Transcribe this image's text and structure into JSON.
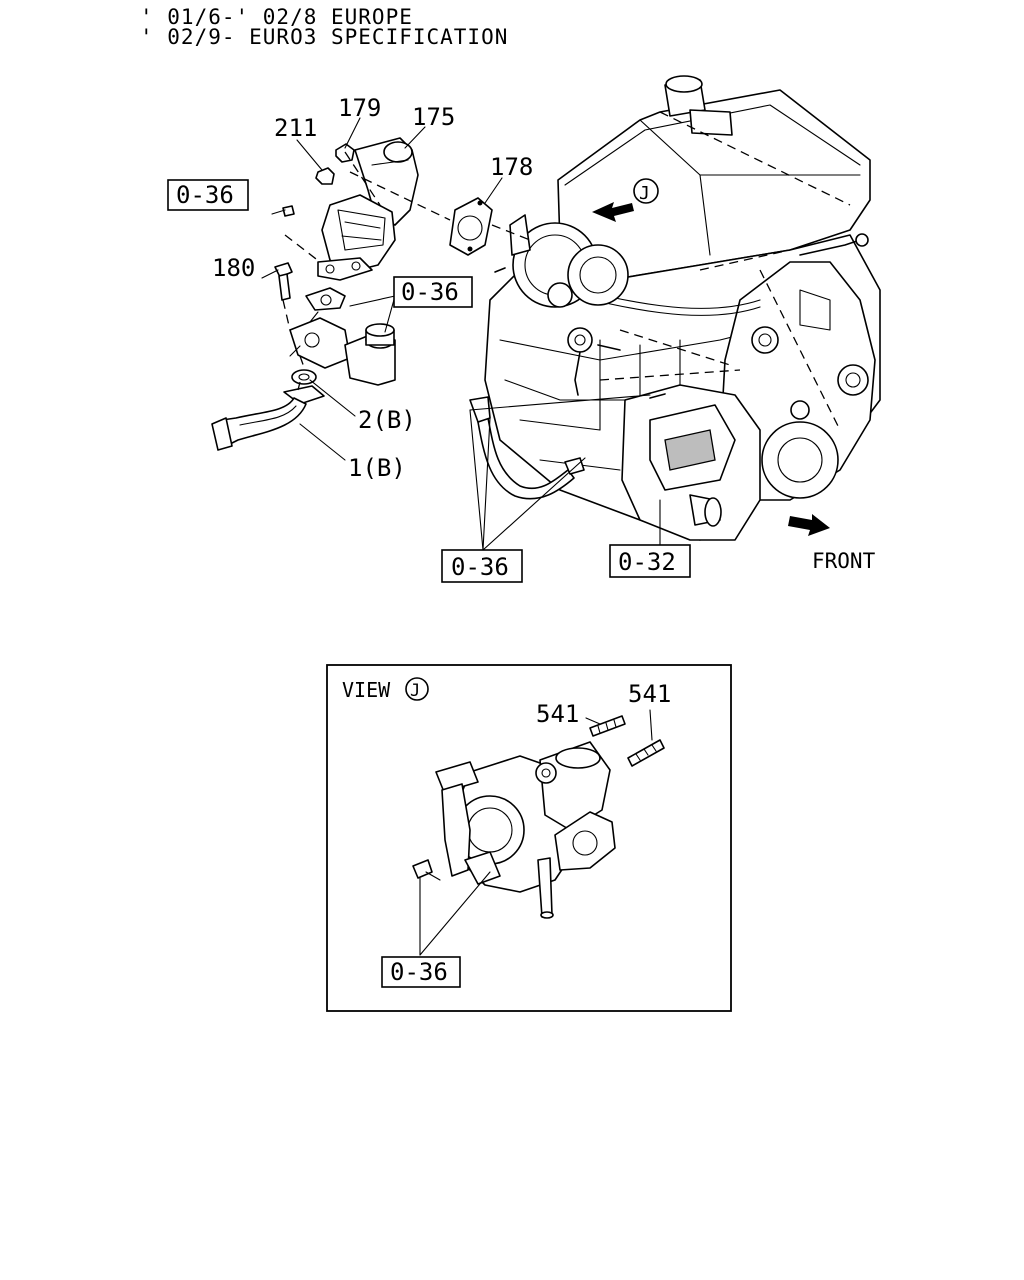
{
  "header": {
    "line1": "' 01/6-' 02/8 EUROPE",
    "line2": "' 02/9- EURO3 SPECIFICATION"
  },
  "main_diagram": {
    "part_numbers": [
      "179",
      "211",
      "175",
      "178",
      "180",
      "2(B)",
      "1(B)"
    ],
    "reference_boxes": [
      "0-36",
      "0-36",
      "0-36",
      "0-32"
    ],
    "view_marker": "J",
    "front_label": "FRONT"
  },
  "view_panel": {
    "title": "VIEW",
    "view_marker": "J",
    "part_numbers": [
      "541",
      "541"
    ],
    "reference_box": "0-36"
  }
}
